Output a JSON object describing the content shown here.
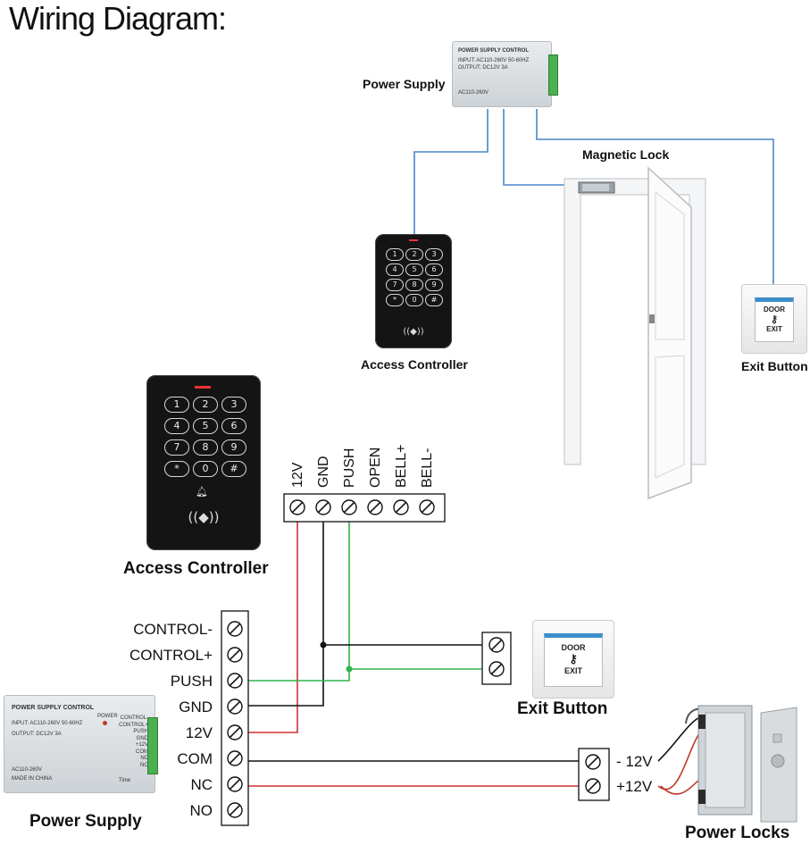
{
  "title": "Wiring Diagram:",
  "top": {
    "power_supply": "Power Supply",
    "magnetic_lock": "Magnetic Lock",
    "access_controller": "Access Controller",
    "exit_button": "Exit Button"
  },
  "bottom": {
    "access_controller": "Access Controller",
    "power_supply": "Power Supply",
    "exit_button": "Exit Button",
    "power_locks": "Power Locks"
  },
  "controller_terminals": [
    "12V",
    "GND",
    "PUSH",
    "OPEN",
    "BELL+",
    "BELL-"
  ],
  "psu_terminals": [
    "CONTROL-",
    "CONTROL+",
    "PUSH",
    "GND",
    "12V",
    "COM",
    "NC",
    "NO"
  ],
  "lock_terminals": [
    "- 12V",
    "+12V"
  ],
  "psu_label": {
    "head": "POWER SUPPLY CONTROL",
    "input": "INPUT: AC110-260V 50-60HZ",
    "output": "OUTPUT: DC12V  3A",
    "ac": "AC110-260V",
    "made": "MADE IN CHINA",
    "power": "POWER",
    "time": "Time",
    "terms": [
      "CONTROL-",
      "CONTROL+",
      "PUSH",
      "GND",
      "+12V",
      "COM",
      "NC",
      "NO"
    ]
  },
  "exit_plate": {
    "line1": "DOOR",
    "line2": "EXIT"
  },
  "keys": [
    "1",
    "2",
    "3",
    "4",
    "5",
    "6",
    "7",
    "8",
    "9",
    "*",
    "0",
    "#"
  ],
  "colors": {
    "wire_blue": "#4a86c5",
    "wire_red": "#d0312d",
    "wire_green": "#2fb34a",
    "wire_black": "#111111",
    "button_accent": "#3a8fc9"
  }
}
